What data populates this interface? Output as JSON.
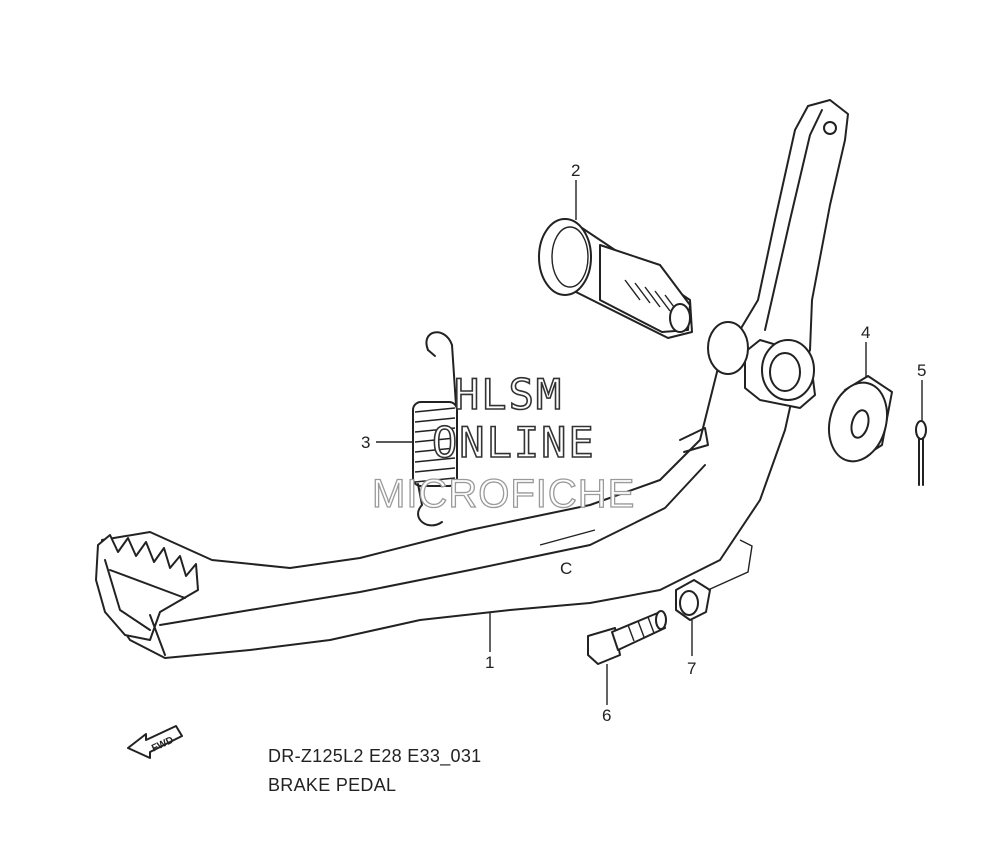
{
  "diagram": {
    "callouts": [
      "1",
      "2",
      "3",
      "4",
      "5",
      "6",
      "7"
    ],
    "fwd_label": "FWD",
    "fwd_icon": "forward-arrow-icon",
    "pedal_mark": "C"
  },
  "watermark": {
    "line1": "HLSM",
    "line2": "ONLINE",
    "line3": "MICROFICHE"
  },
  "caption": {
    "model_code": "DR-Z125L2 E28 E33_031",
    "title": "BRAKE PEDAL"
  }
}
